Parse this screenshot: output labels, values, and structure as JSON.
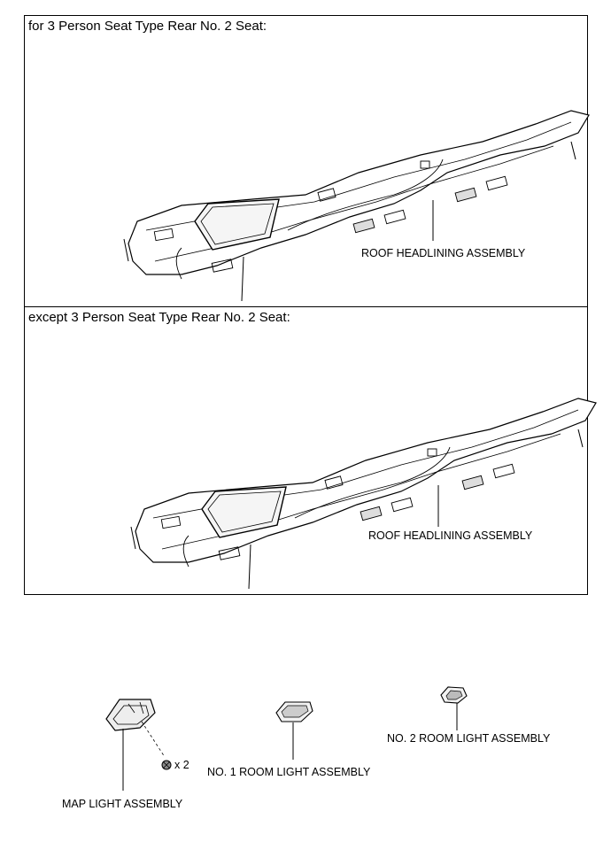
{
  "panels": [
    {
      "caption": "for 3 Person Seat Type Rear No. 2 Seat:",
      "callout": "ROOF HEADLINING ASSEMBLY"
    },
    {
      "caption": "except 3 Person Seat Type Rear No. 2 Seat:",
      "callout": "ROOF HEADLINING ASSEMBLY"
    }
  ],
  "parts": {
    "map_light": "MAP LIGHT ASSEMBLY",
    "screw_qty": "x 2",
    "room_light_1": "NO. 1 ROOM LIGHT ASSEMBLY",
    "room_light_2": "NO. 2 ROOM LIGHT ASSEMBLY"
  }
}
